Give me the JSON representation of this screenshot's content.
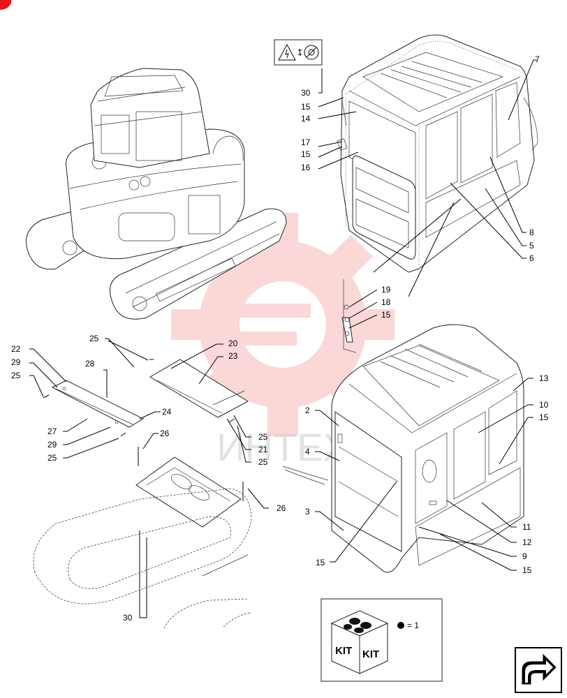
{
  "brand_color": "#e8141c",
  "watermark": {
    "text": "ИНТЕХ",
    "gear_color": "#f4a9ab"
  },
  "callouts": [
    {
      "text": "30"
    },
    {
      "text": "15"
    },
    {
      "text": "14"
    },
    {
      "text": "17"
    },
    {
      "text": "15"
    },
    {
      "text": "16"
    },
    {
      "text": "7"
    },
    {
      "text": "8"
    },
    {
      "text": "5"
    },
    {
      "text": "6"
    },
    {
      "text": "19"
    },
    {
      "text": "18"
    },
    {
      "text": "15"
    },
    {
      "text": "25"
    },
    {
      "text": "20"
    },
    {
      "text": "23"
    },
    {
      "text": "22"
    },
    {
      "text": "29"
    },
    {
      "text": "25"
    },
    {
      "text": "28"
    },
    {
      "text": "24"
    },
    {
      "text": "27"
    },
    {
      "text": "29"
    },
    {
      "text": "25"
    },
    {
      "text": "25"
    },
    {
      "text": "21"
    },
    {
      "text": "25"
    },
    {
      "text": "26"
    },
    {
      "text": "26"
    },
    {
      "text": "30"
    },
    {
      "text": "2"
    },
    {
      "text": "4"
    },
    {
      "text": "3"
    },
    {
      "text": "15"
    },
    {
      "text": "13"
    },
    {
      "text": "10"
    },
    {
      "text": "15"
    },
    {
      "text": "11"
    },
    {
      "text": "12"
    },
    {
      "text": "9"
    },
    {
      "text": "15"
    }
  ],
  "kit_box": {
    "kit_label": "KIT",
    "legend_value": "= 1"
  },
  "nav_icon": "next-page-arrow-icon",
  "warning_decal_icons": [
    "warning-triangle-icon",
    "no-entry-circle-icon"
  ]
}
